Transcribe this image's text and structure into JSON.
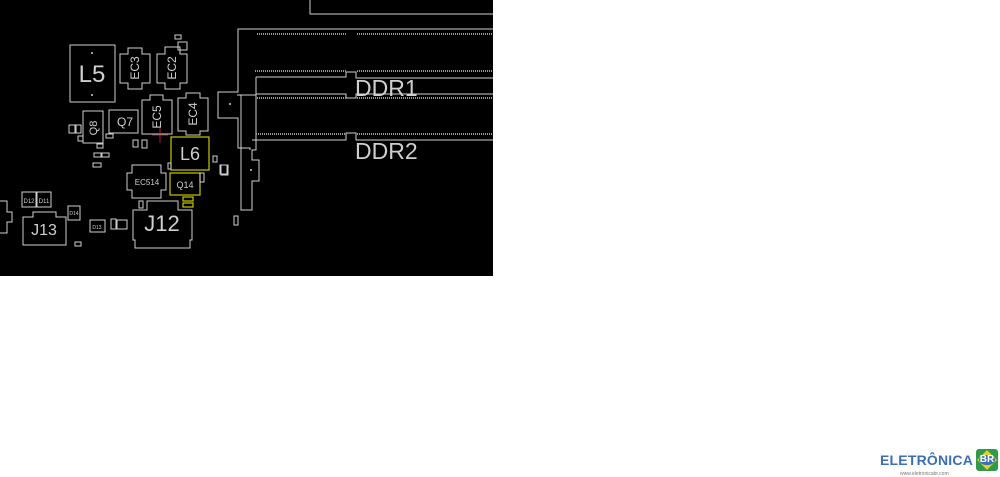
{
  "board": {
    "components": {
      "L5": "L5",
      "EC3": "EC3",
      "EC2": "EC2",
      "EC5": "EC5",
      "EC4": "EC4",
      "Q8": "Q8",
      "Q7": "Q7",
      "L6": "L6",
      "Q14": "Q14",
      "EC514": "EC514",
      "J12": "J12",
      "J13": "J13",
      "D12": "D12",
      "D11": "D11",
      "D14": "D14",
      "D13": "D13"
    },
    "slots": {
      "ddr1": "DDR1",
      "ddr2": "DDR2"
    },
    "highlight_color": "#c8c800",
    "background": "#000000"
  },
  "logo": {
    "text": "ELETRÔNICA",
    "badge": "BR",
    "url": "www.eletronicabr.com"
  }
}
